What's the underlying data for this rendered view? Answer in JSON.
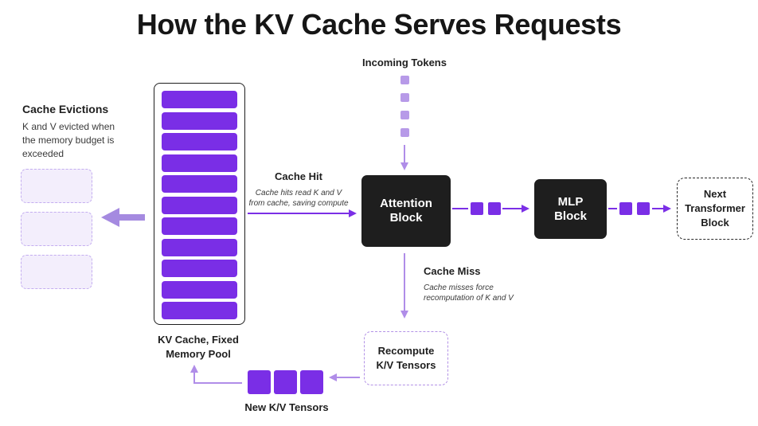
{
  "title": "How the KV Cache Serves Requests",
  "incoming": {
    "label": "Incoming Tokens"
  },
  "evictions": {
    "title": "Cache Evictions",
    "description": [
      "K and V evicted when",
      "the memory budget is",
      "exceeded"
    ]
  },
  "pool": {
    "label_line1": "KV Cache, Fixed",
    "label_line2": "Memory Pool"
  },
  "cache_hit": {
    "title": "Cache Hit",
    "note_line1": "Cache hits read K and V",
    "note_line2": "from cache, saving compute"
  },
  "attention": {
    "line1": "Attention",
    "line2": "Block"
  },
  "mlp": {
    "line1": "MLP",
    "line2": "Block"
  },
  "next": {
    "line1": "Next",
    "line2": "Transformer",
    "line3": "Block"
  },
  "cache_miss": {
    "title": "Cache Miss",
    "note_line1": "Cache misses force",
    "note_line2": "recomputation of K and V"
  },
  "recompute": {
    "line1": "Recompute",
    "line2": "K/V Tensors"
  },
  "new_kv": {
    "label": "New K/V Tensors"
  },
  "colors": {
    "accent": "#7a2ee6",
    "arrow": "#7b2fe6",
    "light": "#b79ae8",
    "dark": "#1e1e1e"
  }
}
